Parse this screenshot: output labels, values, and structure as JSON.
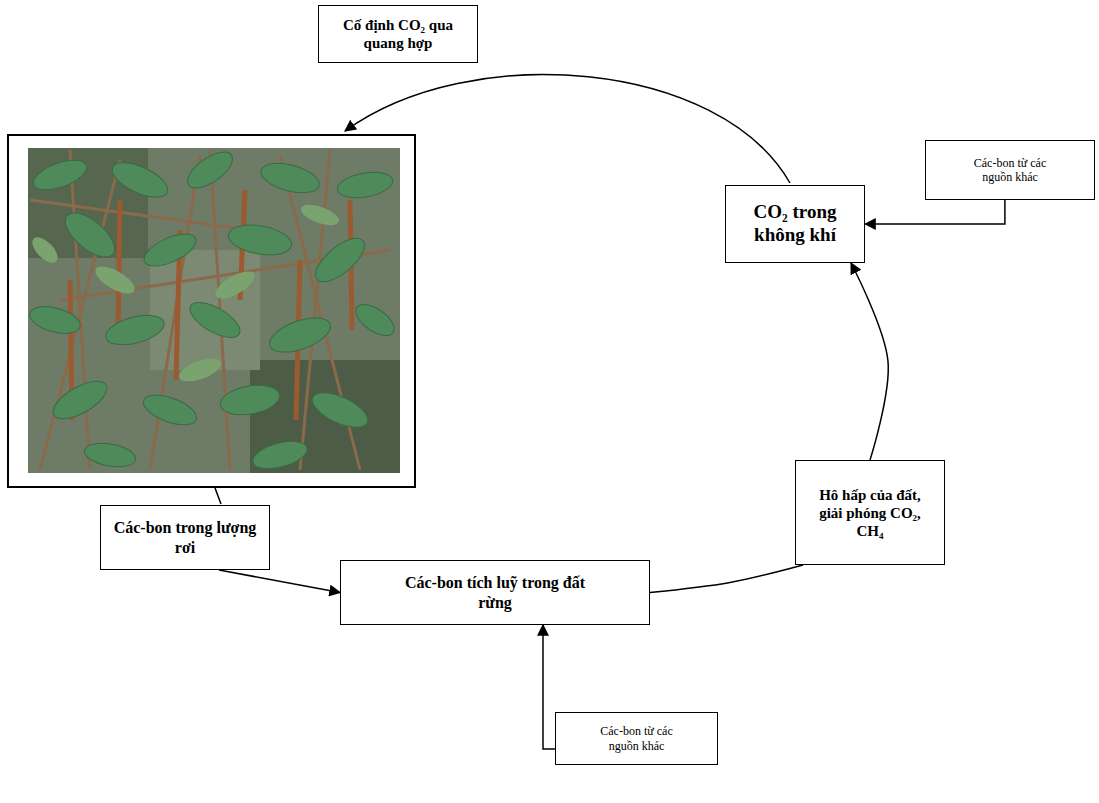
{
  "diagram": {
    "nodes": [
      {
        "text": [
          "Cố định CO₂ qua quang hợp"
        ]
      },
      {
        "text": [
          "Các-bon từ các nguồn khác"
        ]
      },
      {
        "text": [
          "CO₂ trong không khí"
        ]
      },
      {
        "text": [
          "Hô hấp của đất, giải phóng CO₂, CH₄"
        ]
      },
      {
        "text": [
          "Các-bon trong lượng rơi"
        ]
      },
      {
        "text": [
          "Các-bon tích luỹ trong đất rừng"
        ]
      },
      {
        "text": [
          "Các-bon từ các nguồn khác"
        ]
      }
    ],
    "edges": [
      {
        "from": 4,
        "to": 5,
        "arrow": "to"
      },
      {
        "from": 5,
        "to": 3,
        "arrow": "none"
      },
      {
        "from": 3,
        "to": 2,
        "arrow": "to"
      },
      {
        "from": 1,
        "to": 2,
        "arrow": "to"
      },
      {
        "from": 6,
        "to": 5,
        "arrow": "to"
      }
    ]
  }
}
